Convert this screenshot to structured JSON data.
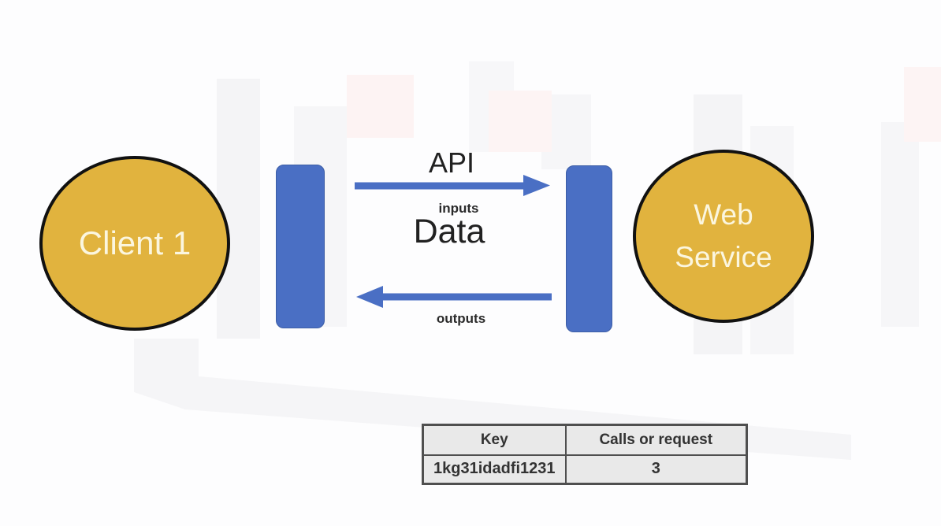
{
  "colors": {
    "blue": "#4A6FC4",
    "circle-fill": "#E1B33E",
    "circle-border": "#111111",
    "circle-text": "#FBF6DF",
    "text-dark": "#212121",
    "table-bg": "#E9E9E9",
    "table-border": "#4F4F4F",
    "table-text": "#333333"
  },
  "diagram": {
    "client_label": "Client 1",
    "web_service_label": "Web\nService",
    "api_label": "API",
    "inputs_label": "inputs",
    "data_label": "Data",
    "outputs_label": "outputs"
  },
  "table": {
    "headers": [
      "Key",
      "Calls or request"
    ],
    "rows": [
      [
        "1kg31idadfi1231",
        "3"
      ]
    ]
  }
}
